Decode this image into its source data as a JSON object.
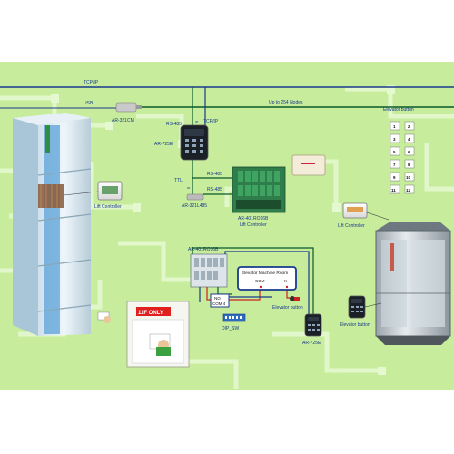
{
  "network": {
    "tcpip_top": "TCP/IP",
    "usb": "USB",
    "up_to_nodes": "Up to 254 Nodes",
    "ar321cm": "AR-321CM",
    "rs485_a": "RS-485",
    "or_a": "or",
    "tcpip_side": "TCP/IP",
    "ar725e_top": "AR-725E",
    "ttl": "TTL",
    "or_b": "or",
    "rs485_b": "RS-485",
    "rs485_c": "RS-485",
    "ar321l485": "AR-321L485",
    "ar401rd16b_top": "AR-401RO16B",
    "lift_controller_mid": "Lift Controller"
  },
  "left_shaft": {
    "lift_controller": "Lift Controller",
    "sign": "11F ONLY"
  },
  "machine_room": {
    "board": "AR-401RO16B",
    "title": "Elevator Machine Room",
    "com": "COM",
    "k": "K",
    "no": "NO",
    "com4": "COM 4",
    "elevator_button": "Elevator button",
    "dip_sw": "DIP_SW",
    "reader": "AR-725E"
  },
  "right_panel": {
    "header": "Elevator button",
    "button_labels": [
      "1",
      "2",
      "3",
      "4",
      "5",
      "6",
      "7",
      "8",
      "9",
      "10",
      "11",
      "12"
    ],
    "lift_controller": "Lift Controller",
    "elevator_button": "Elevator button"
  },
  "colors": {
    "background": "#c6ec9c",
    "circuit": "#e4f9cf",
    "network_line": "#1a3a8c",
    "bus_line": "#0a5a2a",
    "signal_red": "#cc2222"
  }
}
